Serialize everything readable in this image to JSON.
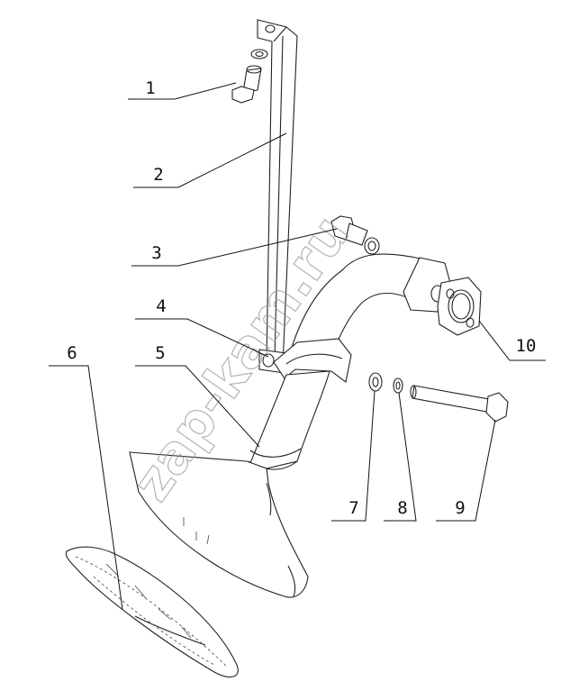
{
  "labels": {
    "c1": "1",
    "c2": "2",
    "c3": "3",
    "c4": "4",
    "c5": "5",
    "c6": "6",
    "c7": "7",
    "c8": "8",
    "c9": "9",
    "c10": "10"
  },
  "watermark": "zap-kam.ru",
  "colors": {
    "line": "#222222",
    "watermark": "#9a9a9a",
    "background": "#ffffff"
  }
}
